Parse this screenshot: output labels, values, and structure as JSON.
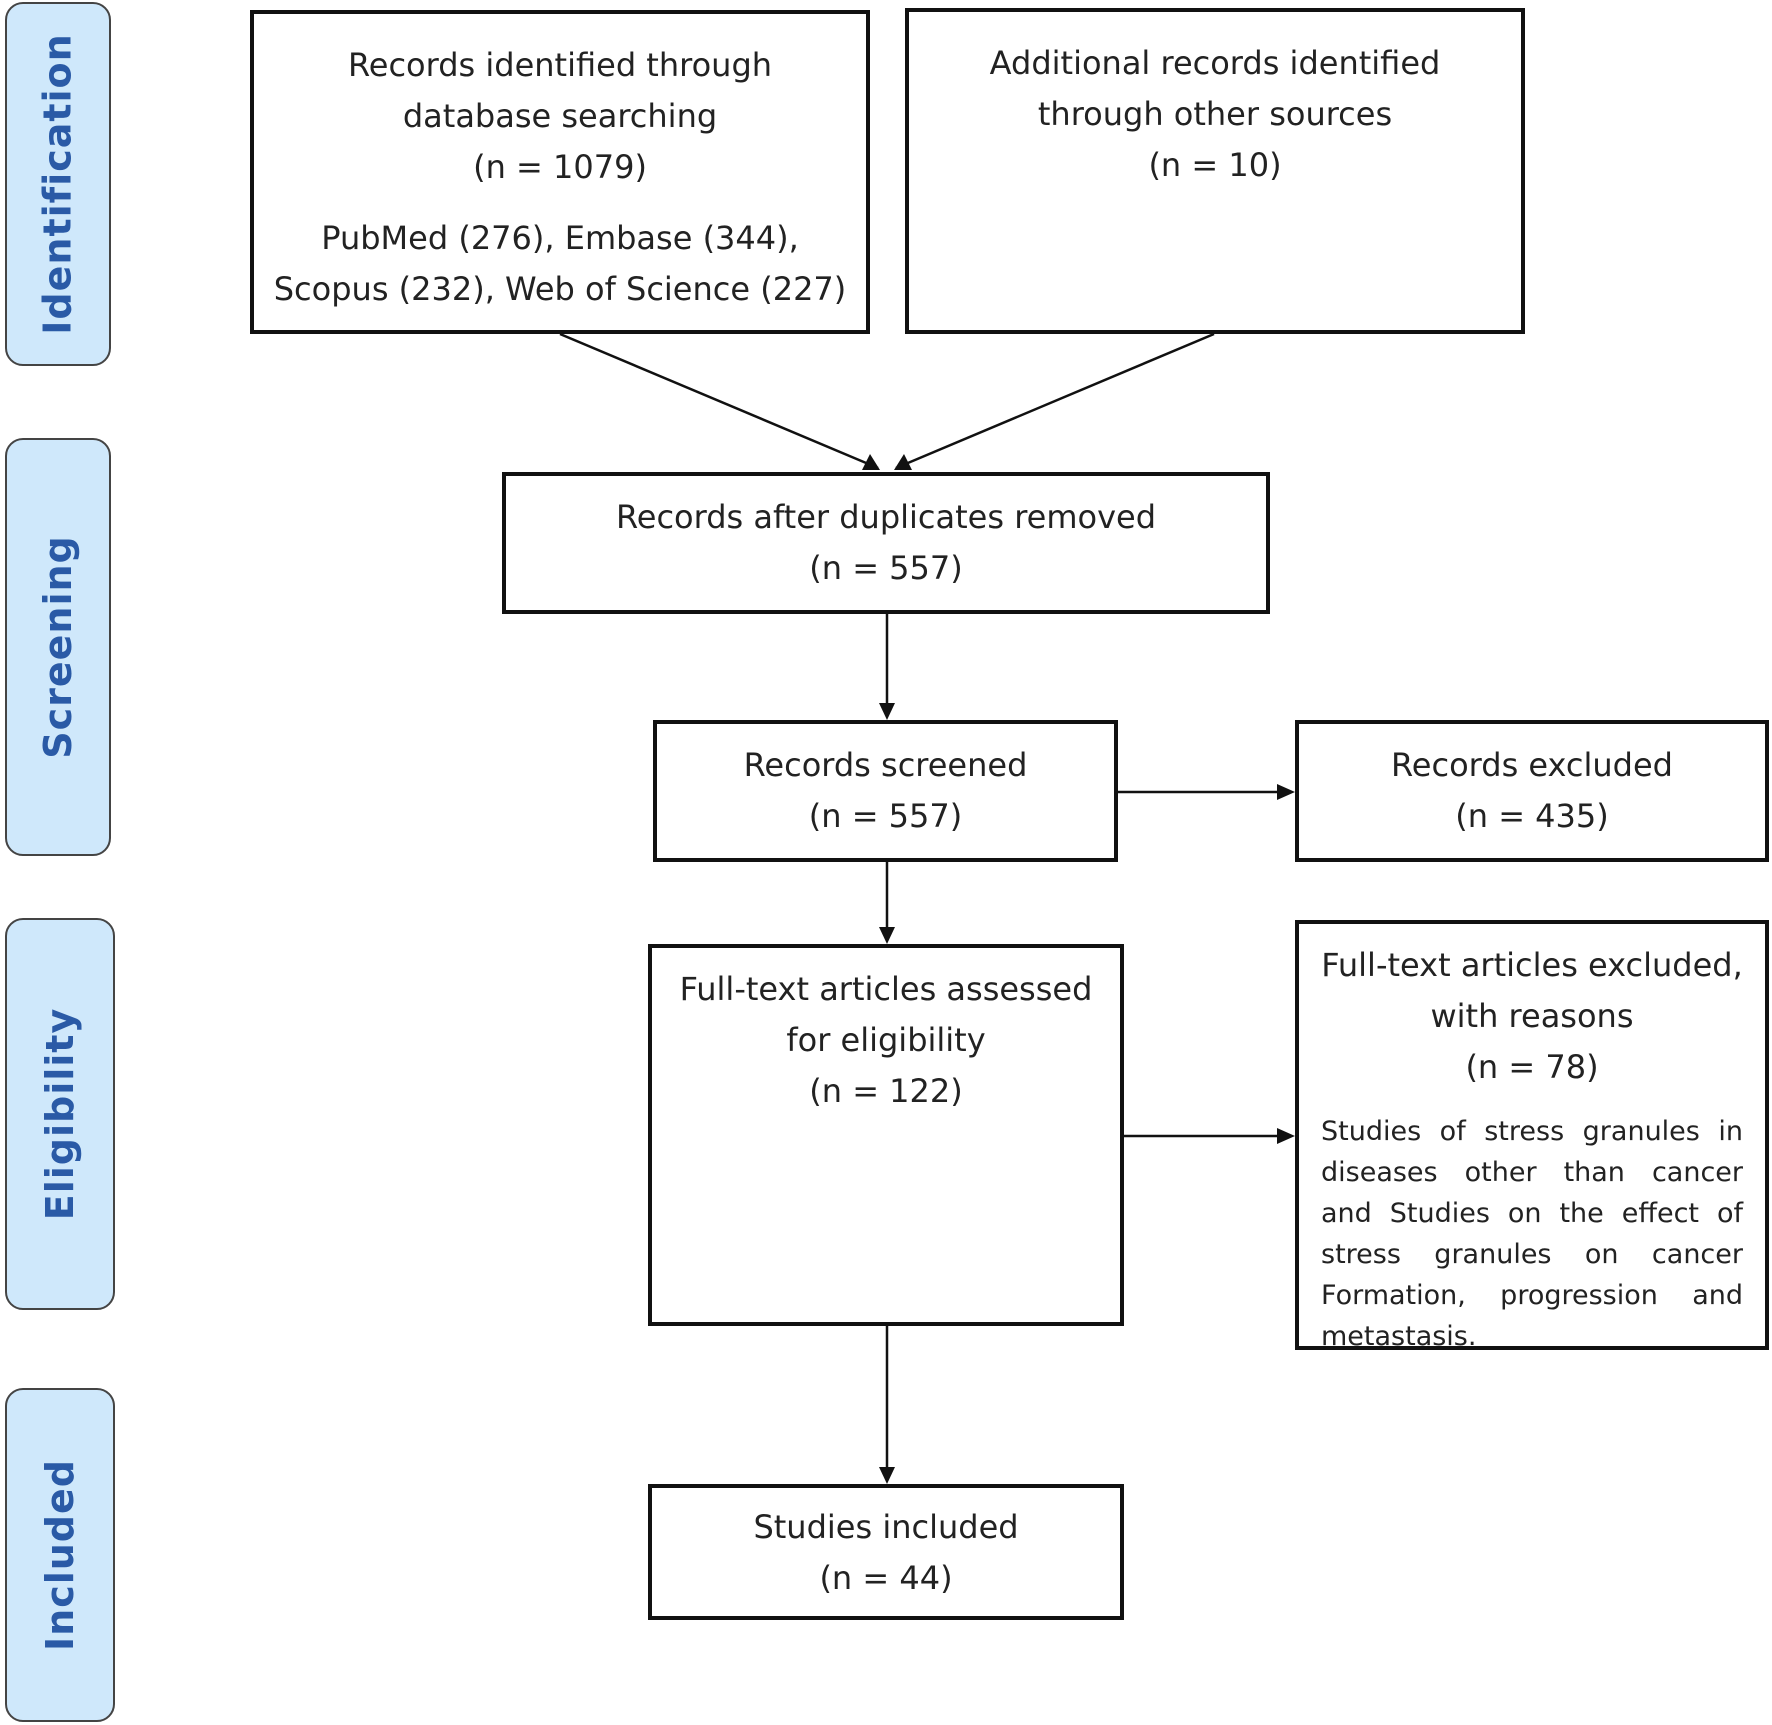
{
  "phases": {
    "identification": "Identification",
    "screening": "Screening",
    "eligibility": "Eligibility",
    "included": "Included"
  },
  "boxes": {
    "database": {
      "line1": "Records identified through",
      "line2": "database searching",
      "count": "(n = 1079)",
      "sources_line1": "PubMed (276), Embase (344),",
      "sources_line2": "Scopus (232), Web of Science (227)"
    },
    "other": {
      "line1": "Additional records identified",
      "line2": "through other sources",
      "count": "(n = 10)"
    },
    "duplicates": {
      "line1": "Records after duplicates removed",
      "count": "(n = 557)"
    },
    "screened": {
      "line1": "Records screened",
      "count": "(n = 557)"
    },
    "excluded": {
      "line1": "Records excluded",
      "count": "(n = 435)"
    },
    "fulltext": {
      "line1": "Full-text articles assessed",
      "line2": "for eligibility",
      "count": "(n = 122)"
    },
    "fulltext_excluded": {
      "line1": "Full-text articles excluded,",
      "line2": "with reasons",
      "count": "(n = 78)",
      "reasons": "Studies of stress granules in diseases other than cancer and Studies on the effect of stress granules on cancer Formation, progression and metastasis."
    },
    "included": {
      "line1": "Studies included",
      "count": "(n = 44)"
    }
  }
}
